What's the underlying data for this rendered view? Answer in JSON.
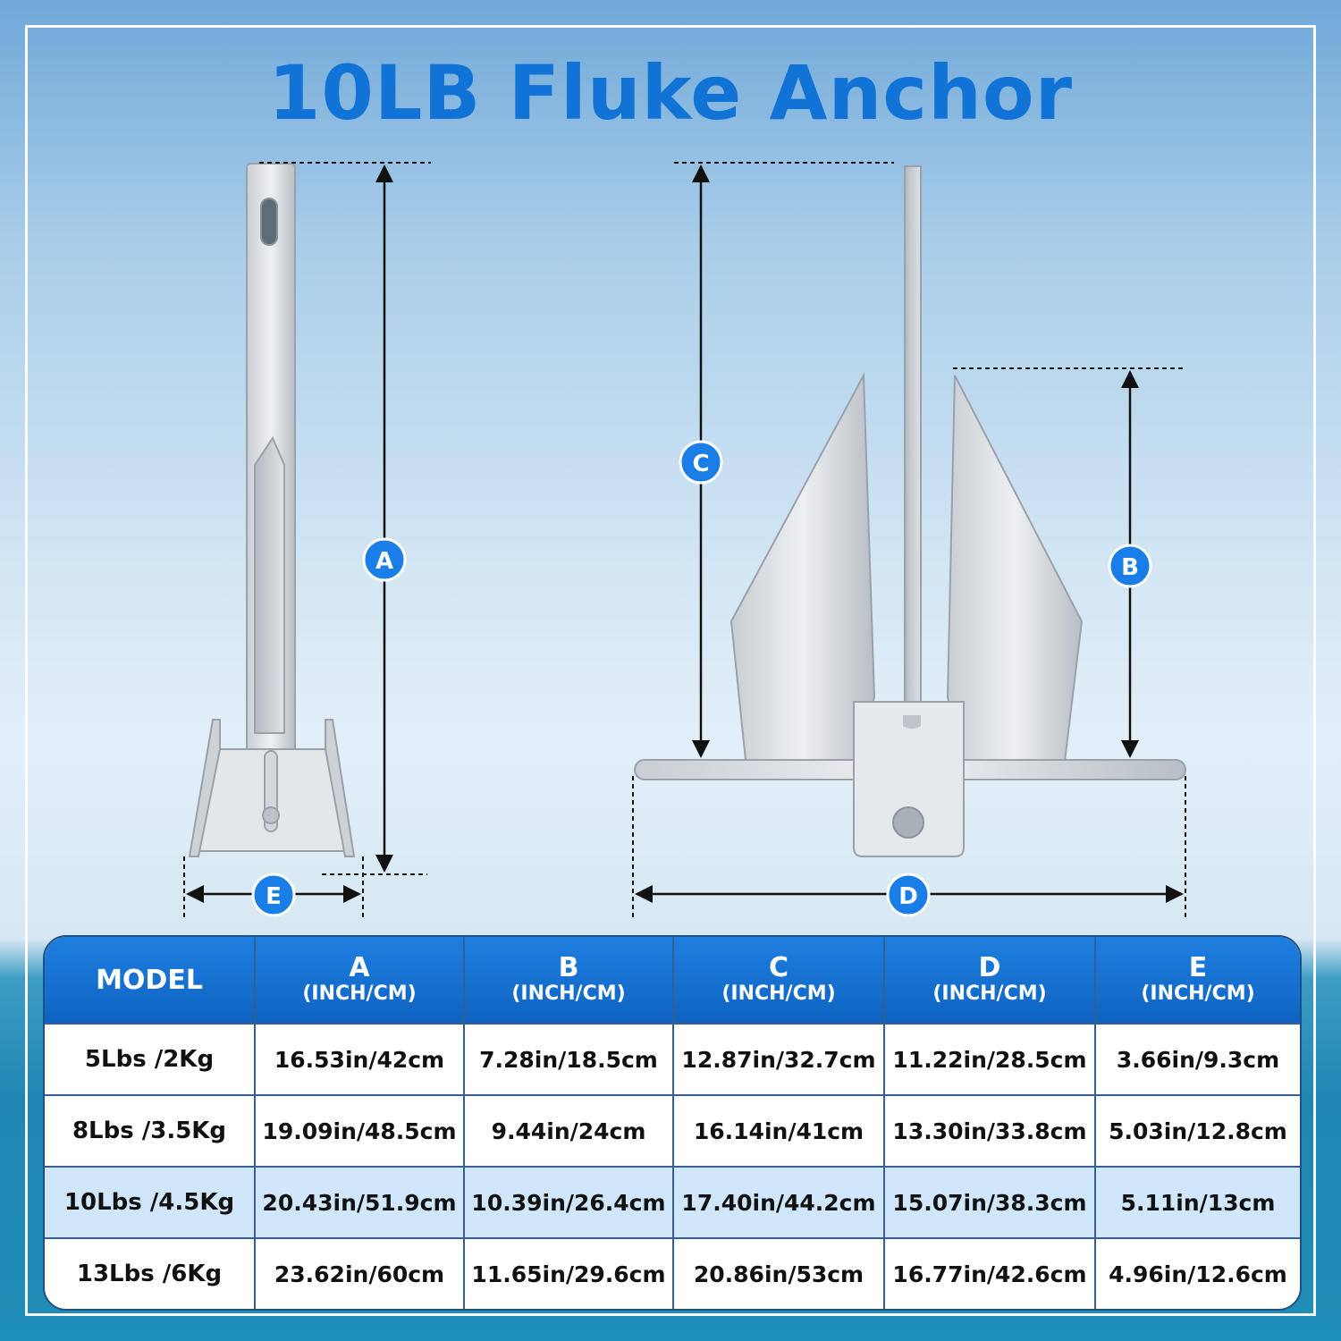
{
  "title": "10LB Fluke Anchor",
  "dimension_labels": {
    "a": "A",
    "b": "B",
    "c": "C",
    "d": "D",
    "e": "E"
  },
  "colors": {
    "brand_blue": "#1273d6",
    "badge_blue": "#1a7ee8",
    "highlight_row": "#cfe6fb"
  },
  "table": {
    "headers": [
      {
        "letter": "MODEL",
        "unit": ""
      },
      {
        "letter": "A",
        "unit": "(INCH/CM)"
      },
      {
        "letter": "B",
        "unit": "(INCH/CM)"
      },
      {
        "letter": "C",
        "unit": "(INCH/CM)"
      },
      {
        "letter": "D",
        "unit": "(INCH/CM)"
      },
      {
        "letter": "E",
        "unit": "(INCH/CM)"
      }
    ],
    "rows": [
      {
        "model": "5Lbs /2Kg",
        "a": "16.53in/42cm",
        "b": "7.28in/18.5cm",
        "c": "12.87in/32.7cm",
        "d": "11.22in/28.5cm",
        "e": "3.66in/9.3cm"
      },
      {
        "model": "8Lbs /3.5Kg",
        "a": "19.09in/48.5cm",
        "b": "9.44in/24cm",
        "c": "16.14in/41cm",
        "d": "13.30in/33.8cm",
        "e": "5.03in/12.8cm"
      },
      {
        "model": "10Lbs /4.5Kg",
        "a": "20.43in/51.9cm",
        "b": "10.39in/26.4cm",
        "c": "17.40in/44.2cm",
        "d": "15.07in/38.3cm",
        "e": "5.11in/13cm"
      },
      {
        "model": "13Lbs /6Kg",
        "a": "23.62in/60cm",
        "b": "11.65in/29.6cm",
        "c": "20.86in/53cm",
        "d": "16.77in/42.6cm",
        "e": "4.96in/12.6cm"
      }
    ]
  }
}
